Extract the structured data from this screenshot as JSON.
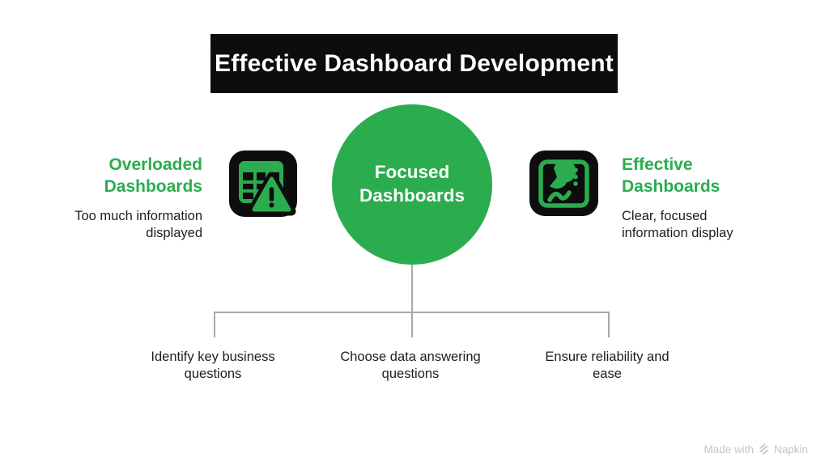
{
  "title": "Effective Dashboard Development",
  "colors": {
    "green": "#2bac4f",
    "ink": "#0d0d0d",
    "text_dark": "#1e1e1e",
    "line_gray": "#a8a8a8",
    "watermark_gray": "#c6c6c6"
  },
  "left": {
    "title": "Overloaded\nDashboards",
    "subtitle": "Too much information\ndisplayed",
    "icon": "table-warning-icon"
  },
  "center": {
    "title": "Focused\nDashboards"
  },
  "right": {
    "title": "Effective\nDashboards",
    "subtitle": "Clear, focused\ninformation display",
    "icon": "dashboard-chart-icon"
  },
  "branches": [
    {
      "label": "Identify key business\nquestions"
    },
    {
      "label": "Choose data answering\nquestions"
    },
    {
      "label": "Ensure reliability and\nease"
    }
  ],
  "watermark": {
    "prefix": "Made with",
    "brand": "Napkin"
  }
}
